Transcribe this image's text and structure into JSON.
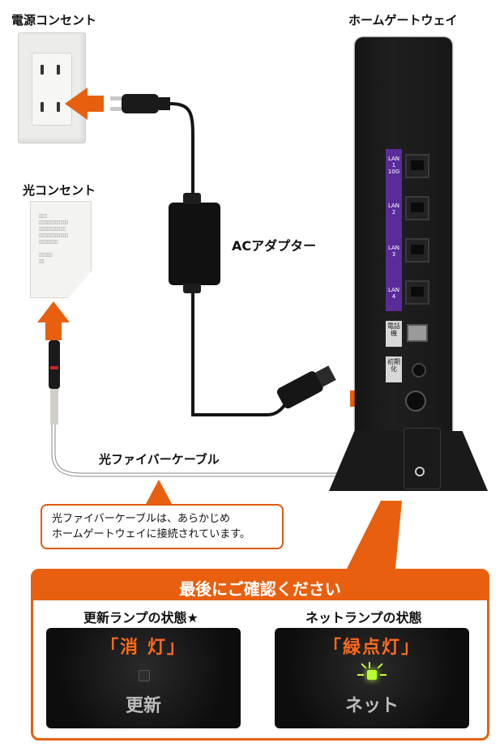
{
  "labels": {
    "power_outlet": "電源コンセント",
    "optical_outlet": "光コンセント",
    "home_gateway": "ホームゲートウェイ",
    "ac_adapter": "ACアダプター",
    "fiber_cable": "光ファイバーケーブル"
  },
  "callout": {
    "line1": "光ファイバーケーブルは、あらかじめ",
    "line2": "ホームゲートウェイに接続されています。"
  },
  "gateway": {
    "lan_ports": [
      "LAN 1 10G",
      "LAN 2",
      "LAN 3",
      "LAN 4"
    ],
    "phone_label": "電話機",
    "init_label": "初期化"
  },
  "notice": {
    "title": "最後にご確認ください",
    "update_lamp": {
      "heading": "更新ランプの状態★",
      "status": "「消 灯」",
      "name": "更新"
    },
    "net_lamp": {
      "heading": "ネットランプの状態",
      "status": "「緑点灯」",
      "name": "ネット"
    }
  },
  "colors": {
    "accent": "#e8600f",
    "lan_strip": "#5a2c9a",
    "lamp_status": "#ff6a1a",
    "led_green": "#b6ff2e"
  }
}
